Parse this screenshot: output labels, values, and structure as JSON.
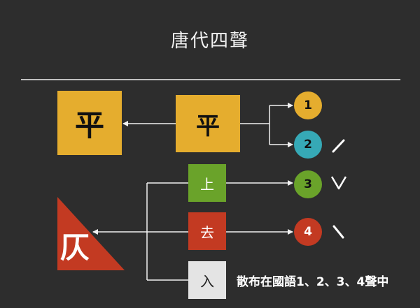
{
  "title": "唐代四聲",
  "tones": {
    "ping_big": "平",
    "ping": "平",
    "shang": "上",
    "qu": "去",
    "ru": "入",
    "ze": "仄"
  },
  "circles": [
    "1",
    "2",
    "3",
    "4"
  ],
  "note": "散布在國語1、2、3、4聲中",
  "colors": {
    "background": "#2d2d2d",
    "ping": "#e5ad2e",
    "shang": "#6aa32a",
    "qu": "#c33a22",
    "ru": "#e4e4e4",
    "tone2": "#36a9b6",
    "line": "#f2f2f2"
  }
}
